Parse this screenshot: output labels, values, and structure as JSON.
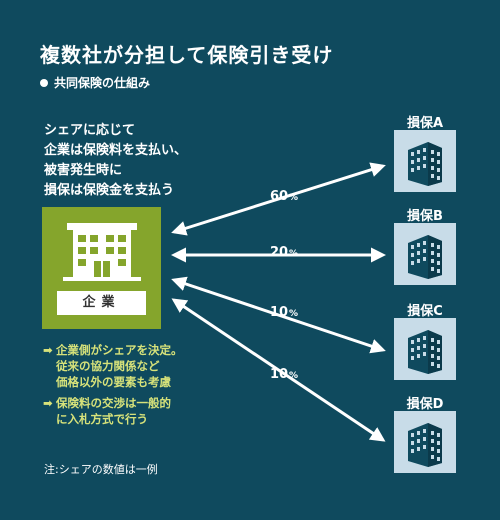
{
  "header": {
    "title": "複数社が分担して保険引き受け",
    "subtitle": "共同保険の仕組み"
  },
  "explanation": {
    "lines": [
      "シェアに応じて",
      "企業は保険料を支払い、",
      "被害発生時に",
      "損保は保険金を支払う"
    ]
  },
  "company": {
    "label": "企業",
    "icon": "office-building-icon"
  },
  "insurers": [
    {
      "label": "損保A",
      "icon": "building-icon"
    },
    {
      "label": "損保B",
      "icon": "building-icon"
    },
    {
      "label": "損保C",
      "icon": "building-icon"
    },
    {
      "label": "損保D",
      "icon": "building-icon"
    }
  ],
  "shares": [
    {
      "value": "60",
      "unit": "%"
    },
    {
      "value": "20",
      "unit": "%"
    },
    {
      "value": "10",
      "unit": "%"
    },
    {
      "value": "10",
      "unit": "%"
    }
  ],
  "notes": [
    {
      "arrow": "➡",
      "lines": [
        "企業側がシェアを決定。",
        "従来の協力関係など",
        "価格以外の要素も考慮"
      ]
    },
    {
      "arrow": "➡",
      "lines": [
        "保険料の交渉は一般的",
        "に入札方式で行う"
      ]
    }
  ],
  "footnote": "注:シェアの数値は一例",
  "colors": {
    "background": "#0f4a5e",
    "company_box": "#85a52c",
    "insurer_box": "#c8dce8",
    "note_text": "#d7e27a",
    "building": "#0f4a5e"
  }
}
